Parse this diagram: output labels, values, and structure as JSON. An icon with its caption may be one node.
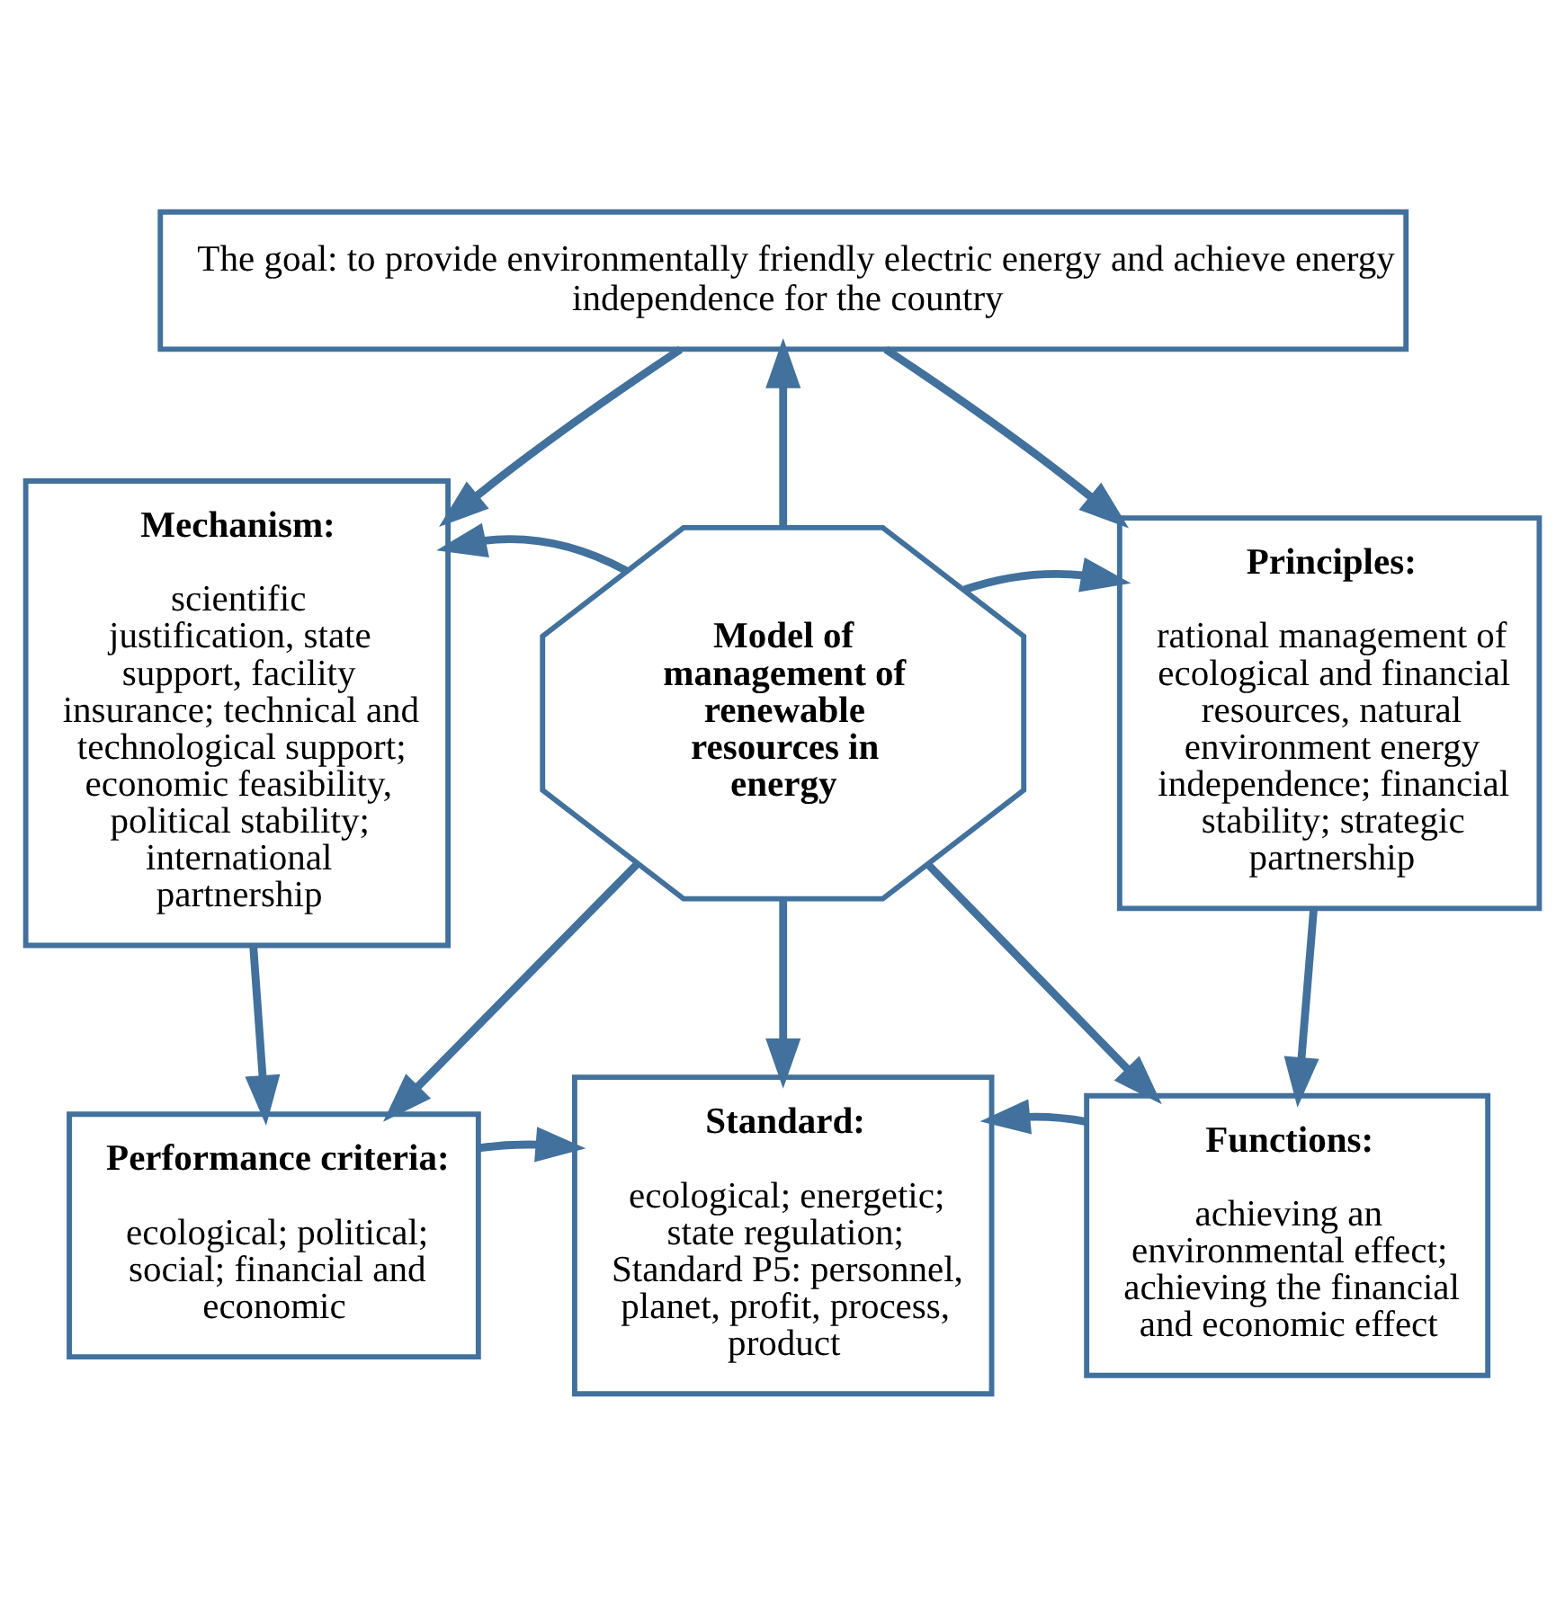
{
  "diagram": {
    "nodes": [
      {
        "text": [
          "The goal: to provide environmentally friendly electric energy and achieve energy independence for the country"
        ]
      },
      {
        "text": [
          "Model of management of renewable resources in energy"
        ]
      },
      {
        "text": [
          "Mechanism:",
          "scientific justification, state support, facility insurance; technical and technological support; economic feasibility, political stability; international partnership"
        ]
      },
      {
        "text": [
          "Principles:",
          "rational management of ecological and financial resources, natural environment energy independence; financial stability; strategic partnership"
        ]
      },
      {
        "text": [
          "Performance criteria:",
          "ecological; political; social; financial and economic"
        ]
      },
      {
        "text": [
          "Standard:",
          "ecological; energetic; state regulation; Standard P5: personnel, planet, profit, process, product"
        ]
      },
      {
        "text": [
          "Functions:",
          "achieving an environmental effect; achieving the financial and economic effect"
        ]
      }
    ],
    "edges": [
      {
        "from": 0,
        "to": 2,
        "arrow": "to"
      },
      {
        "from": 0,
        "to": 3,
        "arrow": "to"
      },
      {
        "from": 1,
        "to": 0,
        "arrow": "to"
      },
      {
        "from": 1,
        "to": 2,
        "arrow": "to"
      },
      {
        "from": 1,
        "to": 3,
        "arrow": "to"
      },
      {
        "from": 1,
        "to": 5,
        "arrow": "to"
      },
      {
        "from": 1,
        "to": 4,
        "arrow": "to"
      },
      {
        "from": 1,
        "to": 6,
        "arrow": "to"
      },
      {
        "from": 2,
        "to": 4,
        "arrow": "to"
      },
      {
        "from": 3,
        "to": 6,
        "arrow": "to"
      },
      {
        "from": 4,
        "to": 5,
        "arrow": "to"
      },
      {
        "from": 6,
        "to": 5,
        "arrow": "to"
      }
    ]
  }
}
